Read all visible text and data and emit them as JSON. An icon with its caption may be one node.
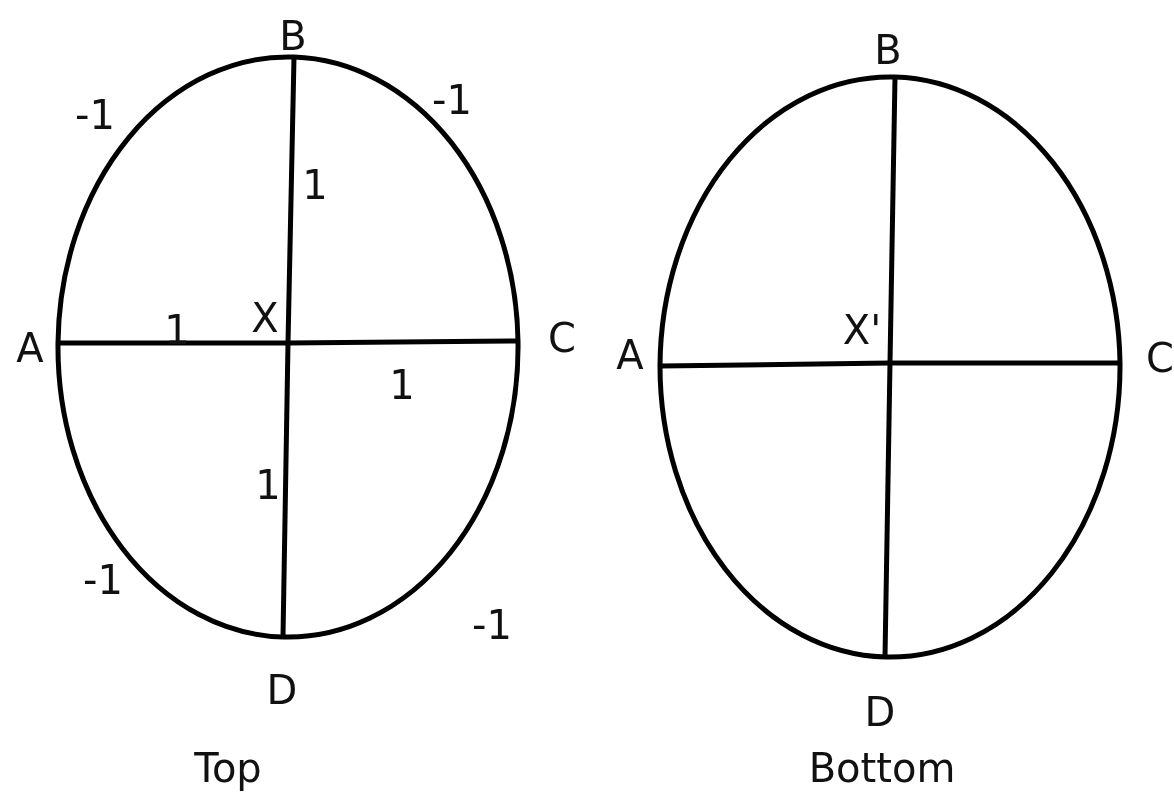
{
  "diagram": {
    "nodes": [
      {
        "text": [
          "A"
        ]
      },
      {
        "text": [
          "B"
        ]
      },
      {
        "text": [
          "C"
        ]
      },
      {
        "text": [
          "D"
        ]
      },
      {
        "text": [
          "X"
        ]
      },
      {
        "text": [
          "A"
        ]
      },
      {
        "text": [
          "B"
        ]
      },
      {
        "text": [
          "C"
        ]
      },
      {
        "text": [
          "D"
        ]
      },
      {
        "text": [
          "X'"
        ]
      }
    ],
    "edges": [
      {
        "from": 4,
        "to": 0,
        "arrow": "none",
        "label": "1"
      },
      {
        "from": 4,
        "to": 1,
        "arrow": "none",
        "label": "1"
      },
      {
        "from": 4,
        "to": 2,
        "arrow": "none",
        "label": "1"
      },
      {
        "from": 4,
        "to": 3,
        "arrow": "none",
        "label": "1"
      },
      {
        "from": 0,
        "to": 1,
        "arrow": "none",
        "label": "-1"
      },
      {
        "from": 1,
        "to": 2,
        "arrow": "none",
        "label": "-1"
      },
      {
        "from": 0,
        "to": 3,
        "arrow": "none",
        "label": "-1"
      },
      {
        "from": 3,
        "to": 2,
        "arrow": "none",
        "label": "-1"
      },
      {
        "from": 9,
        "to": 5,
        "arrow": "none"
      },
      {
        "from": 9,
        "to": 6,
        "arrow": "none"
      },
      {
        "from": 9,
        "to": 7,
        "arrow": "none"
      },
      {
        "from": 9,
        "to": 8,
        "arrow": "none"
      },
      {
        "from": 5,
        "to": 6,
        "arrow": "none"
      },
      {
        "from": 6,
        "to": 7,
        "arrow": "none"
      },
      {
        "from": 5,
        "to": 8,
        "arrow": "none"
      },
      {
        "from": 8,
        "to": 7,
        "arrow": "none"
      }
    ],
    "labels": [
      "Top",
      "Bottom"
    ]
  }
}
